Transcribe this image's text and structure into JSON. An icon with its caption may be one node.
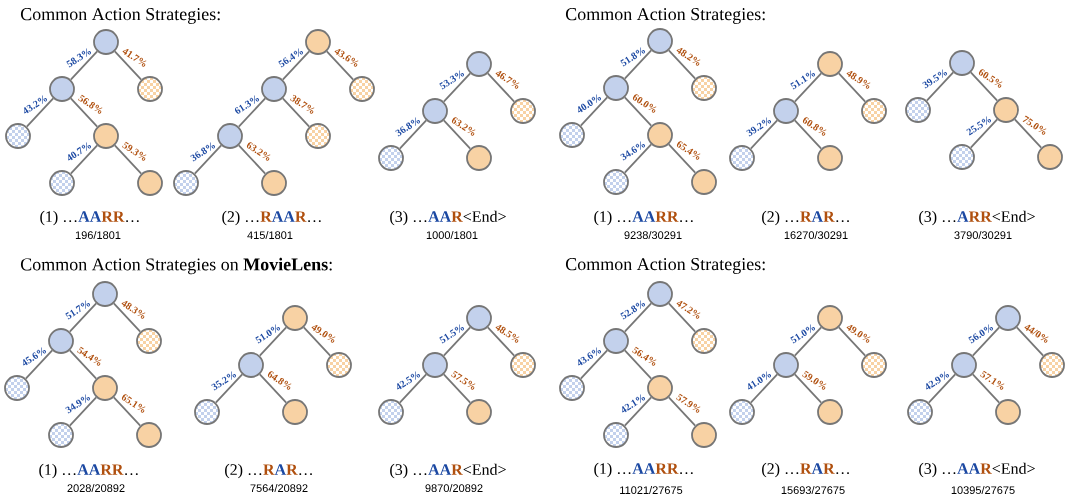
{
  "diagram": {
    "nodes": [
      {
        "text": [],
        "shape": "circle"
      },
      {
        "text": [],
        "shape": "circle"
      },
      {
        "text": [],
        "shape": "circle"
      },
      {
        "text": [],
        "shape": "circle"
      },
      {
        "text": [],
        "shape": "circle"
      },
      {
        "text": [],
        "shape": "circle"
      },
      {
        "text": [],
        "shape": "circle"
      },
      {
        "text": [],
        "shape": "circle"
      },
      {
        "text": [],
        "shape": "circle"
      },
      {
        "text": [],
        "shape": "circle"
      },
      {
        "text": [],
        "shape": "circle"
      },
      {
        "text": [],
        "shape": "circle"
      },
      {
        "text": [],
        "shape": "circle"
      },
      {
        "text": [],
        "shape": "circle"
      },
      {
        "text": [],
        "shape": "circle"
      },
      {
        "text": [],
        "shape": "circle"
      },
      {
        "text": [],
        "shape": "circle"
      },
      {
        "text": [],
        "shape": "circle"
      },
      {
        "text": [],
        "shape": "circle"
      },
      {
        "text": [],
        "shape": "circle"
      },
      {
        "text": [],
        "shape": "circle"
      },
      {
        "text": [],
        "shape": "circle"
      },
      {
        "text": [],
        "shape": "circle"
      },
      {
        "text": [],
        "shape": "circle"
      },
      {
        "text": [],
        "shape": "circle"
      },
      {
        "text": [],
        "shape": "circle"
      },
      {
        "text": [],
        "shape": "circle"
      },
      {
        "text": [],
        "shape": "circle"
      },
      {
        "text": [],
        "shape": "circle"
      },
      {
        "text": [],
        "shape": "circle"
      },
      {
        "text": [],
        "shape": "circle"
      },
      {
        "text": [],
        "shape": "circle"
      },
      {
        "text": [],
        "shape": "circle"
      },
      {
        "text": [],
        "shape": "circle"
      },
      {
        "text": [],
        "shape": "circle"
      },
      {
        "text": [],
        "shape": "circle"
      },
      {
        "text": [],
        "shape": "circle"
      },
      {
        "text": [],
        "shape": "circle"
      },
      {
        "text": [],
        "shape": "circle"
      },
      {
        "text": [],
        "shape": "circle"
      },
      {
        "text": [],
        "shape": "circle"
      },
      {
        "text": [],
        "shape": "circle"
      },
      {
        "text": [],
        "shape": "circle"
      },
      {
        "text": [],
        "shape": "circle"
      },
      {
        "text": [],
        "shape": "circle"
      },
      {
        "text": [],
        "shape": "circle"
      },
      {
        "text": [],
        "shape": "circle"
      },
      {
        "text": [],
        "shape": "circle"
      },
      {
        "text": [],
        "shape": "circle"
      },
      {
        "text": [],
        "shape": "circle"
      },
      {
        "text": [],
        "shape": "circle"
      },
      {
        "text": [],
        "shape": "circle"
      },
      {
        "text": [],
        "shape": "circle"
      },
      {
        "text": [],
        "shape": "circle"
      },
      {
        "text": [],
        "shape": "circle"
      },
      {
        "text": [],
        "shape": "circle"
      },
      {
        "text": [],
        "shape": "circle"
      },
      {
        "text": [],
        "shape": "circle"
      },
      {
        "text": [],
        "shape": "circle"
      },
      {
        "text": [],
        "shape": "circle"
      },
      {
        "text": [],
        "shape": "circle"
      },
      {
        "text": [],
        "shape": "circle"
      },
      {
        "text": [],
        "shape": "circle"
      },
      {
        "text": [],
        "shape": "circle"
      },
      {
        "text": [],
        "shape": "circle"
      },
      {
        "text": [],
        "shape": "circle"
      },
      {
        "text": [],
        "shape": "circle"
      },
      {
        "text": [],
        "shape": "circle"
      },
      {
        "text": [],
        "shape": "circle"
      },
      {
        "text": [],
        "shape": "circle"
      }
    ],
    "edges": [
      {
        "from": 0,
        "to": 1,
        "arrow": "none",
        "label": "58.3%"
      },
      {
        "from": 0,
        "to": 2,
        "arrow": "none",
        "label": "41.7%"
      },
      {
        "from": 1,
        "to": 3,
        "arrow": "none",
        "label": "43.2%"
      },
      {
        "from": 1,
        "to": 4,
        "arrow": "none",
        "label": "56.8%"
      },
      {
        "from": 4,
        "to": 5,
        "arrow": "none",
        "label": "40.7%"
      },
      {
        "from": 4,
        "to": 6,
        "arrow": "none",
        "label": "59.3%"
      },
      {
        "from": 7,
        "to": 8,
        "arrow": "none",
        "label": "56.4%"
      },
      {
        "from": 7,
        "to": 9,
        "arrow": "none",
        "label": "43.6%"
      },
      {
        "from": 8,
        "to": 10,
        "arrow": "none",
        "label": "61.3%"
      },
      {
        "from": 8,
        "to": 11,
        "arrow": "none",
        "label": "38.7%"
      },
      {
        "from": 10,
        "to": 12,
        "arrow": "none",
        "label": "36.8%"
      },
      {
        "from": 10,
        "to": 13,
        "arrow": "none",
        "label": "63.2%"
      },
      {
        "from": 14,
        "to": 15,
        "arrow": "none",
        "label": "53.3%"
      },
      {
        "from": 14,
        "to": 16,
        "arrow": "none",
        "label": "46.7%"
      },
      {
        "from": 15,
        "to": 17,
        "arrow": "none",
        "label": "36.8%"
      },
      {
        "from": 15,
        "to": 18,
        "arrow": "none",
        "label": "63.2%"
      },
      {
        "from": 19,
        "to": 20,
        "arrow": "none",
        "label": "51.8%"
      },
      {
        "from": 19,
        "to": 21,
        "arrow": "none",
        "label": "48.2%"
      },
      {
        "from": 20,
        "to": 22,
        "arrow": "none",
        "label": "40.0%"
      },
      {
        "from": 20,
        "to": 23,
        "arrow": "none",
        "label": "60.0%"
      },
      {
        "from": 23,
        "to": 24,
        "arrow": "none",
        "label": "34.6%"
      },
      {
        "from": 23,
        "to": 25,
        "arrow": "none",
        "label": "65.4%"
      },
      {
        "from": 26,
        "to": 27,
        "arrow": "none",
        "label": "51.1%"
      },
      {
        "from": 26,
        "to": 28,
        "arrow": "none",
        "label": "48.9%"
      },
      {
        "from": 27,
        "to": 29,
        "arrow": "none",
        "label": "39.2%"
      },
      {
        "from": 27,
        "to": 30,
        "arrow": "none",
        "label": "60.8%"
      },
      {
        "from": 31,
        "to": 32,
        "arrow": "none",
        "label": "39.5%"
      },
      {
        "from": 31,
        "to": 33,
        "arrow": "none",
        "label": "60.5%"
      },
      {
        "from": 33,
        "to": 34,
        "arrow": "none",
        "label": "25.5%"
      },
      {
        "from": 33,
        "to": 35,
        "arrow": "none",
        "label": "75.0%"
      },
      {
        "from": 36,
        "to": 37,
        "arrow": "none",
        "label": "51.7%"
      },
      {
        "from": 36,
        "to": 38,
        "arrow": "none",
        "label": "48.3%"
      },
      {
        "from": 37,
        "to": 39,
        "arrow": "none",
        "label": "45.6%"
      },
      {
        "from": 37,
        "to": 40,
        "arrow": "none",
        "label": "54.4%"
      },
      {
        "from": 40,
        "to": 41,
        "arrow": "none",
        "label": "34.9%"
      },
      {
        "from": 40,
        "to": 42,
        "arrow": "none",
        "label": "65.1%"
      },
      {
        "from": 43,
        "to": 44,
        "arrow": "none",
        "label": "51.0%"
      },
      {
        "from": 43,
        "to": 45,
        "arrow": "none",
        "label": "49.0%"
      },
      {
        "from": 44,
        "to": 46,
        "arrow": "none",
        "label": "35.2%"
      },
      {
        "from": 44,
        "to": 47,
        "arrow": "none",
        "label": "64.8%"
      },
      {
        "from": 48,
        "to": 49,
        "arrow": "none",
        "label": "51.5%"
      },
      {
        "from": 48,
        "to": 50,
        "arrow": "none",
        "label": "48.5%"
      },
      {
        "from": 49,
        "to": 51,
        "arrow": "none",
        "label": "42.5%"
      },
      {
        "from": 49,
        "to": 52,
        "arrow": "none",
        "label": "57.5%"
      },
      {
        "from": 53,
        "to": 54,
        "arrow": "none",
        "label": "52.8%"
      },
      {
        "from": 53,
        "to": 55,
        "arrow": "none",
        "label": "47.2%"
      },
      {
        "from": 54,
        "to": 56,
        "arrow": "none",
        "label": "43.6%"
      },
      {
        "from": 54,
        "to": 57,
        "arrow": "none",
        "label": "56.4%"
      },
      {
        "from": 57,
        "to": 58,
        "arrow": "none",
        "label": "42.1%"
      },
      {
        "from": 57,
        "to": 59,
        "arrow": "none",
        "label": "57.9%"
      },
      {
        "from": 60,
        "to": 61,
        "arrow": "none",
        "label": "51.0%"
      },
      {
        "from": 60,
        "to": 62,
        "arrow": "none",
        "label": "49.0%"
      },
      {
        "from": 61,
        "to": 63,
        "arrow": "none",
        "label": "41.0%"
      },
      {
        "from": 61,
        "to": 64,
        "arrow": "none",
        "label": "59.0%"
      },
      {
        "from": 65,
        "to": 66,
        "arrow": "none",
        "label": "56.0%"
      },
      {
        "from": 65,
        "to": 67,
        "arrow": "none",
        "label": "44/0%"
      },
      {
        "from": 66,
        "to": 68,
        "arrow": "none",
        "label": "42.9%"
      },
      {
        "from": 66,
        "to": 69,
        "arrow": "none",
        "label": "57.1%"
      }
    ],
    "labels": [
      "Common Action Strategies:",
      "(1) …",
      "AA",
      "RR",
      "…",
      "196/1801",
      "(2) …",
      "R",
      "AA",
      "R",
      "…",
      "415/1801",
      "(3) …",
      "AA",
      "R",
      "<End>",
      "1000/1801",
      "Common Action Strategies:",
      "(1) …",
      "AA",
      "RR",
      "…",
      "9238/30291",
      "(2) …",
      "R",
      "A",
      "R",
      "…",
      "16270/30291",
      "(3) …",
      "A",
      "RR",
      "<End>",
      "3790/30291",
      "Common Action Strategies on **MovieLens**:",
      "(1) …",
      "AA",
      "RR",
      "…",
      "2028/20892",
      "(2) …",
      "R",
      "A",
      "R",
      "…",
      "7564/20892",
      "(3) …",
      "AA",
      "R",
      "<End>",
      "9870/20892",
      "Common Action Strategies:",
      "(1) …",
      "AA",
      "RR",
      "…",
      "11021/27675",
      "(2) …",
      "R",
      "A",
      "R",
      "…",
      "15693/27675",
      "(3) …",
      "AA",
      "R",
      "<End>",
      "10395/27675"
    ]
  }
}
